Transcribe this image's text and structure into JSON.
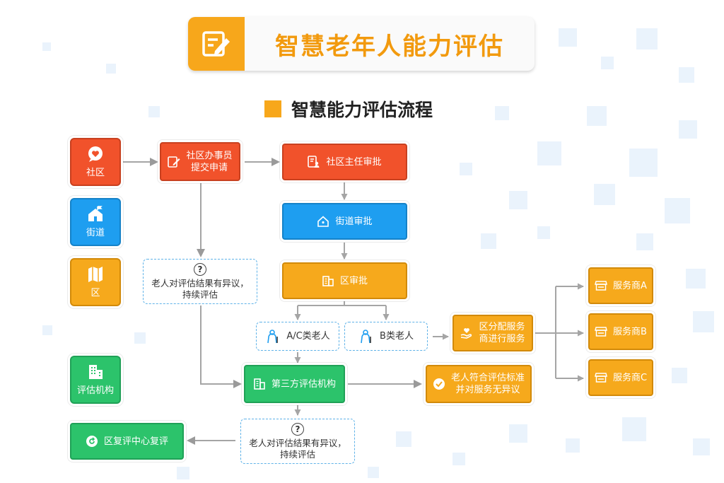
{
  "title": "智慧老年人能力评估",
  "subtitle": "智慧能力评估流程",
  "legend": [
    "社区",
    "街道",
    "区",
    "评估机构"
  ],
  "nodes": {
    "community_clerk": "社区办事员\n提交申请",
    "community_director": "社区主任审批",
    "street": "街道审批",
    "district": "区审批",
    "objection_left": "老人对评估结果有异议，\n持续评估",
    "ac_elderly": "A/C类老人",
    "b_elderly": "B类老人",
    "district_alloc": "区分配服务\n商进行服务",
    "third_party": "第三方评估机构",
    "meets_standard": "老人符合评估标准\n并对服务无异议",
    "objection_bottom": "老人对评估结果有异议，\n持续评估",
    "district_review": "区复评中心复评",
    "provider_a": "服务商A",
    "provider_b": "服务商B",
    "provider_c": "服务商C",
    "question_mark": "?"
  },
  "colors": {
    "orange": "#f1522b",
    "blue": "#1e9ef0",
    "yellow": "#f6a91c",
    "green": "#2cc36b",
    "title_accent": "#f29a0e"
  }
}
